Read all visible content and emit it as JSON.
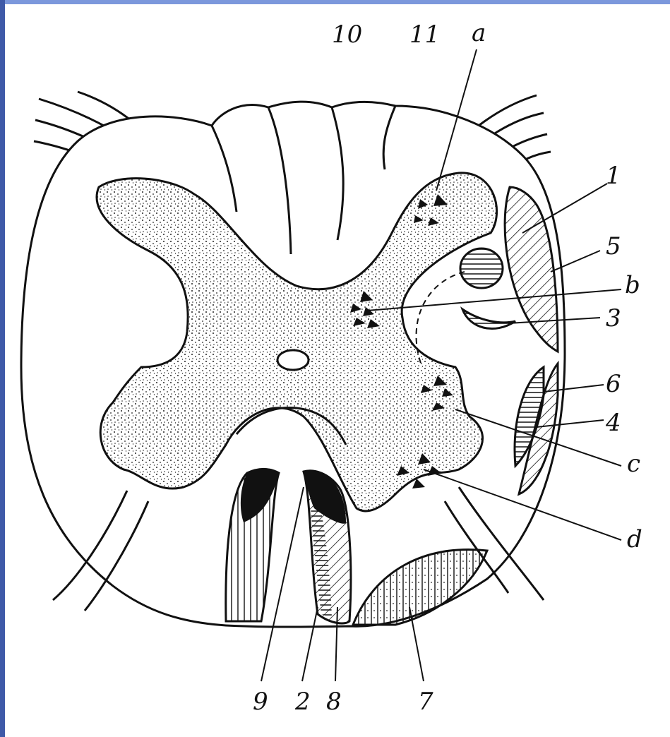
{
  "colors": {
    "frame_top": "#7c98dc",
    "frame_left": "#3f5aa8",
    "ink": "#111111",
    "paper": "#ffffff"
  },
  "labels": {
    "n1": "1",
    "n2": "2",
    "n3": "3",
    "n4": "4",
    "n5": "5",
    "n6": "6",
    "n7": "7",
    "n8": "8",
    "n9": "9",
    "n10": "10",
    "n11": "11",
    "a": "a",
    "b": "b",
    "c": "c",
    "d": "d"
  }
}
